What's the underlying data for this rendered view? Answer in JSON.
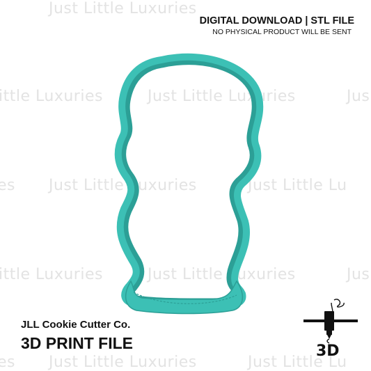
{
  "header": {
    "title": "DIGITAL DOWNLOAD | STL FILE",
    "subtitle": "NO PHYSICAL PRODUCT WILL BE SENT"
  },
  "footer": {
    "company": "JLL Cookie Cutter Co.",
    "file_label": "3D PRINT FILE"
  },
  "watermark": {
    "full": "Just Little Luxuries",
    "cut_left_row2": "ittle Luxuries",
    "cut_right_row2": "Jus",
    "cut_left_row3": "es",
    "cut_right_row3": "Just Little Lu",
    "cut_left_row4": "ittle Luxuries",
    "cut_right_row4": "Jus",
    "cut_left_row5": "es",
    "cut_right_row5": "Just Little Lu"
  },
  "printer_icon": {
    "label": "3D",
    "icon": "3d-printer-icon"
  },
  "colors": {
    "cutter_teal": "#3cc0b5",
    "cutter_shade": "#2c9f96",
    "watermark": "#e3e3e3",
    "text": "#111111"
  }
}
